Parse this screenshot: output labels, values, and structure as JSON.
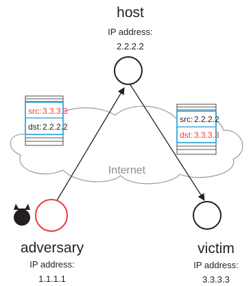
{
  "diagram": {
    "cloud_label": "Internet",
    "colors": {
      "attacker": "#e8403e",
      "header_border": "#1f9bd7",
      "cloud_stroke": "#9a9a9a",
      "ink": "#231f20"
    },
    "host": {
      "name": "host",
      "ip_label": "IP address:",
      "ip": "2.2.2.2"
    },
    "adversary": {
      "name": "adversary",
      "ip_label": "IP address:",
      "ip": "1.1.1.1",
      "icon": "devil-icon"
    },
    "victim": {
      "name": "victim",
      "ip_label": "IP address:",
      "ip": "3.3.3.3"
    },
    "packet_sent": {
      "src_label": "src:",
      "src": "3.3.3.3",
      "dst_label": "dst:",
      "dst": "2.2.2.2",
      "spoofed_field": "src"
    },
    "packet_reply": {
      "src_label": "src:",
      "src": "2.2.2.2",
      "dst_label": "dst:",
      "dst": "3.3.3.3",
      "spoofed_field": "dst"
    }
  }
}
